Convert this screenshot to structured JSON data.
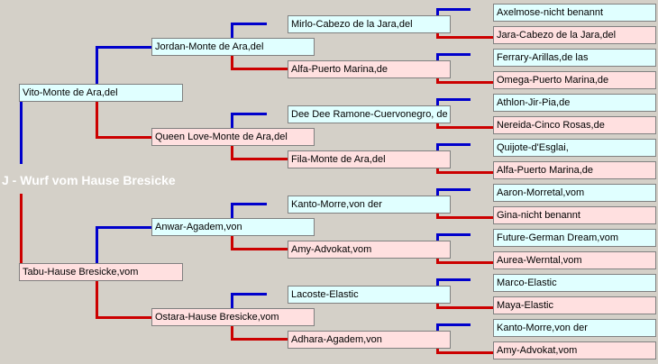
{
  "litter_title": "J - Wurf vom Hause Bresicke",
  "colors": {
    "male_line": "#0000cc",
    "female_line": "#cc0000",
    "male_box": "#e0ffff",
    "female_box": "#ffe0e0"
  },
  "pedigree": {
    "sire": "Vito-Monte de Ara,del",
    "dam": "Tabu-Hause Bresicke,vom",
    "sire_sire": "Jordan-Monte de Ara,del",
    "sire_dam": "Queen Love-Monte de Ara,del",
    "dam_sire": "Anwar-Agadem,von",
    "dam_dam": "Ostara-Hause Bresicke,vom",
    "gen3": [
      "Mirlo-Cabezo de la Jara,del",
      "Alfa-Puerto Marina,de",
      "Dee Dee Ramone-Cuervonegro, de",
      "Fila-Monte de Ara,del",
      "Kanto-Morre,von der",
      "Amy-Advokat,vom",
      "Lacoste-Elastic",
      "Adhara-Agadem,von"
    ],
    "gen4": [
      "Axelmose-nicht benannt",
      "Jara-Cabezo de la Jara,del",
      "Ferrary-Arillas,de las",
      "Omega-Puerto Marina,de",
      "Athlon-Jir-Pia,de",
      "Nereida-Cinco Rosas,de",
      "Quijote-d'Esglai,",
      "Alfa-Puerto Marina,de",
      "Aaron-Morretal,vom",
      "Gina-nicht benannt",
      "Future-German Dream,vom",
      "Aurea-Werntal,vom",
      "Marco-Elastic",
      "Maya-Elastic",
      "Kanto-Morre,von der",
      "Amy-Advokat,vom"
    ]
  }
}
